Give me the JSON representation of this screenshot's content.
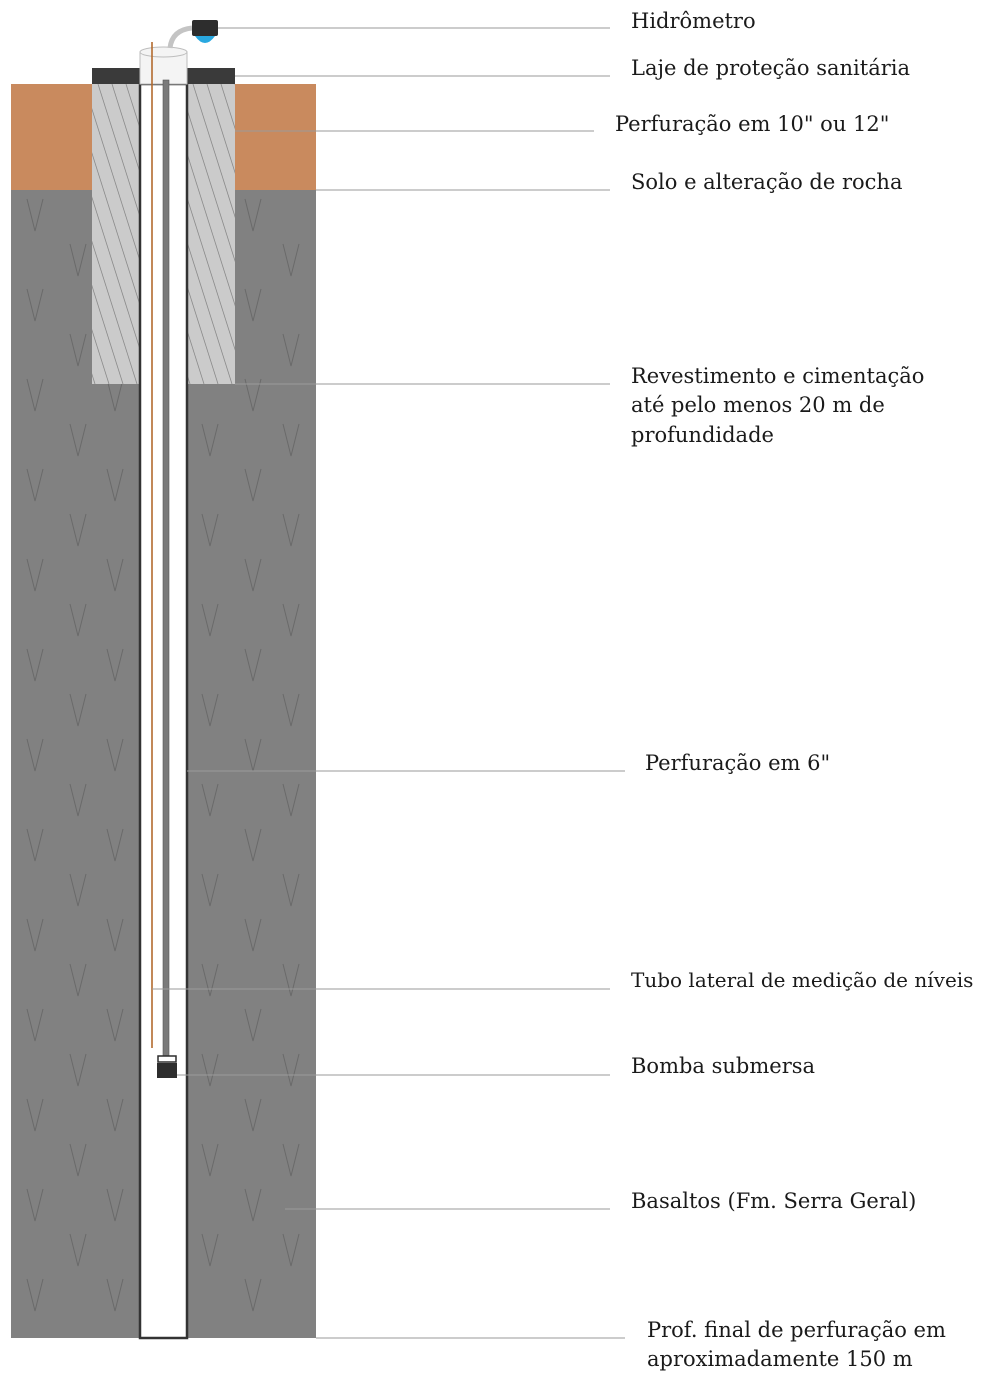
{
  "labels": {
    "hidrometro": "Hidrômetro",
    "laje": "Laje de proteção sanitária",
    "perfuracao_10_12": "Perfuração em 10\" ou 12\"",
    "solo": "Solo e alteração de rocha",
    "revestimento_line1": "Revestimento e cimentação",
    "revestimento_line2": "até pelo menos 20 m de",
    "revestimento_line3": "profundidade",
    "perfuracao_6": "Perfuração em 6\"",
    "tubo_lateral": "Tubo lateral de medição de níveis",
    "bomba": "Bomba submersa",
    "basaltos": "Basaltos (Fm. Serra Geral)",
    "prof_final_line1": "Prof. final de perfuração em",
    "prof_final_line2": "aproximadamente 150 m"
  },
  "colors": {
    "soil": "#c98a5e",
    "basalt": "#818181",
    "cement": "#cbcbcb",
    "slab": "#3a3a3a",
    "leader": "#9a9a9a",
    "water": "#29a8e0",
    "level_tube": "#b36a2e"
  }
}
